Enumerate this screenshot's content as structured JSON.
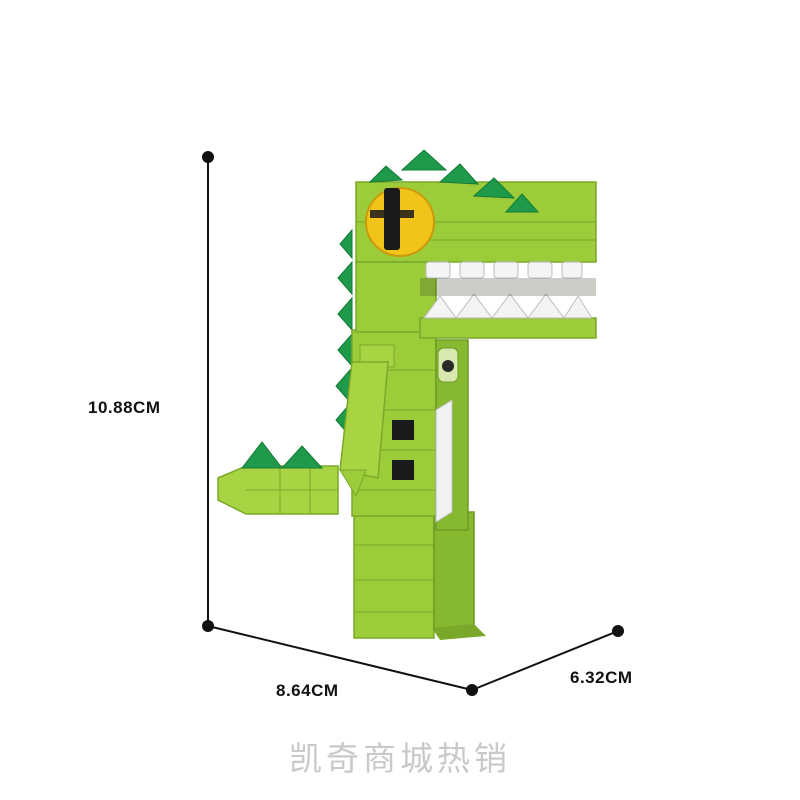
{
  "dimensions": {
    "height": "10.88CM",
    "width": "8.64CM",
    "depth": "6.32CM"
  },
  "watermark": "凯奇商城热销",
  "colors": {
    "body_green": "#9ccc3a",
    "body_green_light": "#b5dd4f",
    "body_green_dark": "#7aa82a",
    "spikes": "#1f9a4a",
    "spikes_dark": "#137a36",
    "eye_yellow": "#f2c318",
    "teeth": "#f4f4f4",
    "line": "#111111"
  }
}
